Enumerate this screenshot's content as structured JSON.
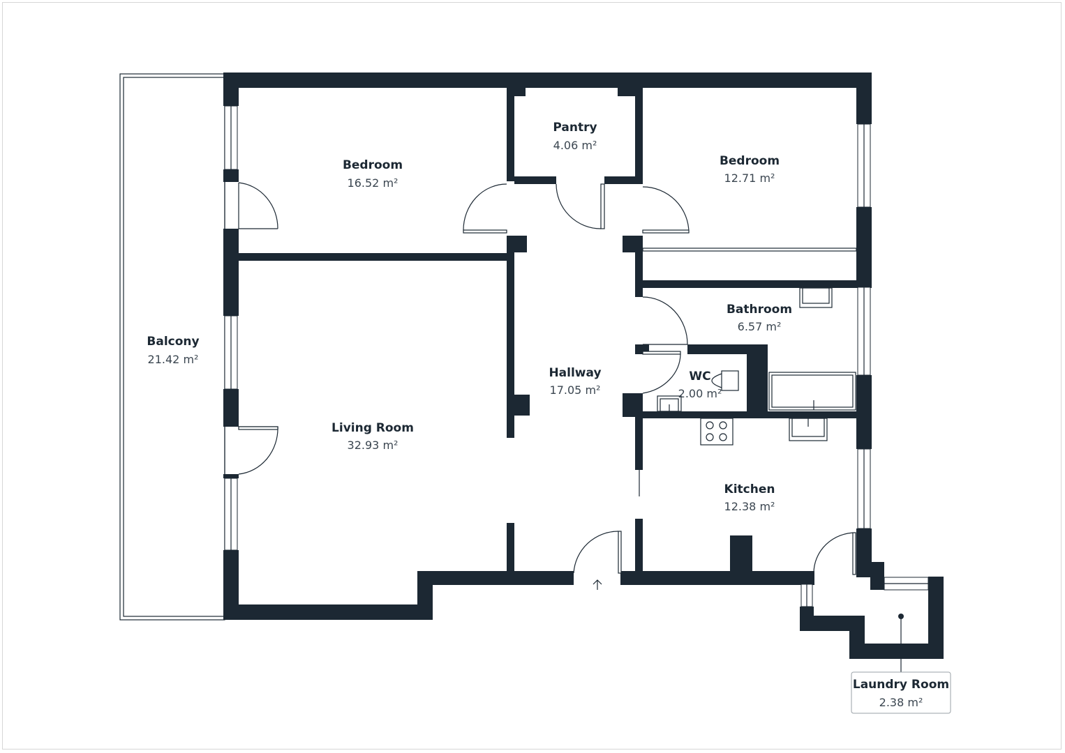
{
  "rooms": {
    "bedroom_1": {
      "name": "Bedroom",
      "area": "16.52 m²"
    },
    "pantry": {
      "name": "Pantry",
      "area": "4.06 m²"
    },
    "bedroom_2": {
      "name": "Bedroom",
      "area": "12.71 m²"
    },
    "bathroom": {
      "name": "Bathroom",
      "area": "6.57 m²"
    },
    "balcony": {
      "name": "Balcony",
      "area": "21.42 m²"
    },
    "hallway": {
      "name": "Hallway",
      "area": "17.05 m²"
    },
    "wc": {
      "name": "WC",
      "area": "2.00 m²"
    },
    "living_room": {
      "name": "Living Room",
      "area": "32.93 m²"
    },
    "kitchen": {
      "name": "Kitchen",
      "area": "12.38 m²"
    },
    "laundry_room": {
      "name": "Laundry Room",
      "area": "2.38 m²"
    }
  },
  "colors": {
    "wall": "#1c2833",
    "background": "#ffffff",
    "border": "#d6d6d6"
  }
}
